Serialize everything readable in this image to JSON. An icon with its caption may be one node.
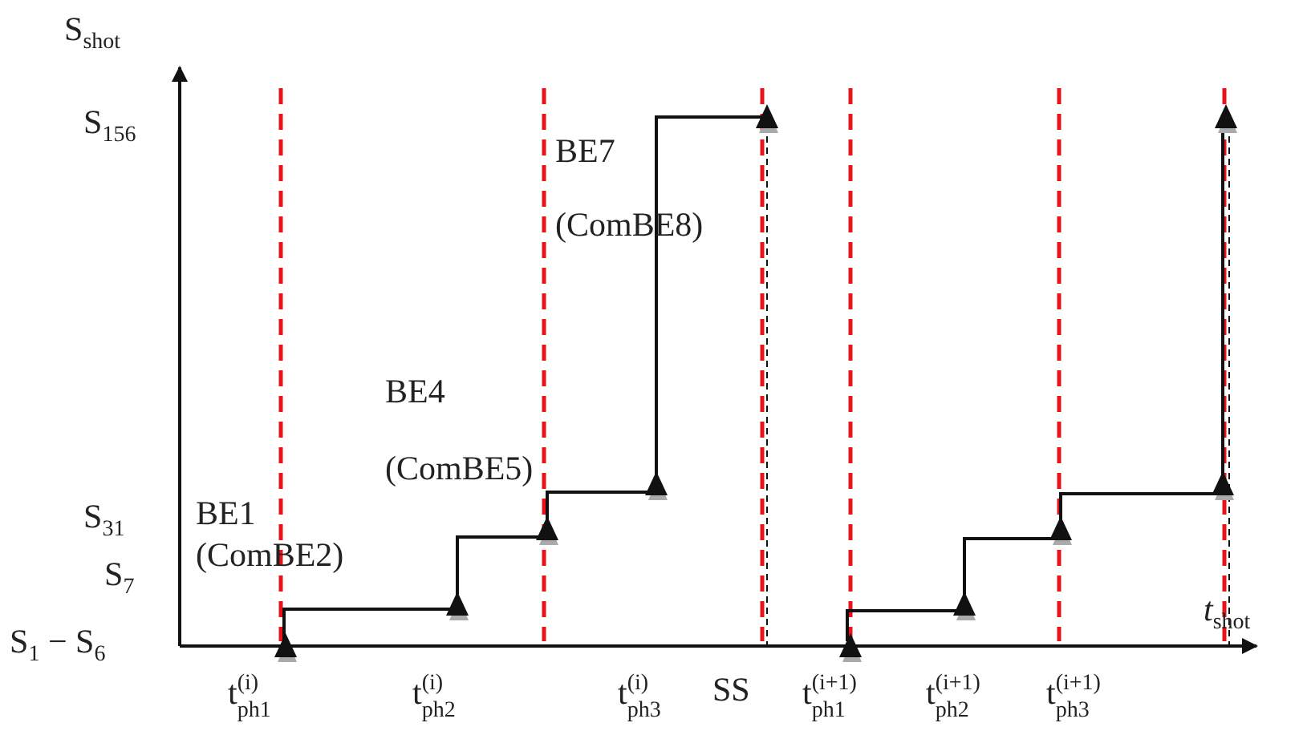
{
  "diagram": {
    "labels": [
      "S$_{shot}$",
      "S$_{156}$",
      "BE7",
      "(ComBE8)",
      "BE4",
      "BE1",
      "(ComBE5)",
      "S$_{31}$",
      "(ComBE2)",
      "S$_{7}$",
      "*t*$_{shot}$",
      "S$_{1}$ − S$_{6}$",
      "SS",
      "t$^{(i)}$$_{ph1}$",
      "t$^{(i)}$$_{ph2}$",
      "t$^{(i)}$$_{ph3}$",
      "t$^{(i+1)}$$_{ph1}$",
      "t$^{(i+1)}$$_{ph2}$",
      "t$^{(i+1)}$$_{ph3}$"
    ]
  }
}
